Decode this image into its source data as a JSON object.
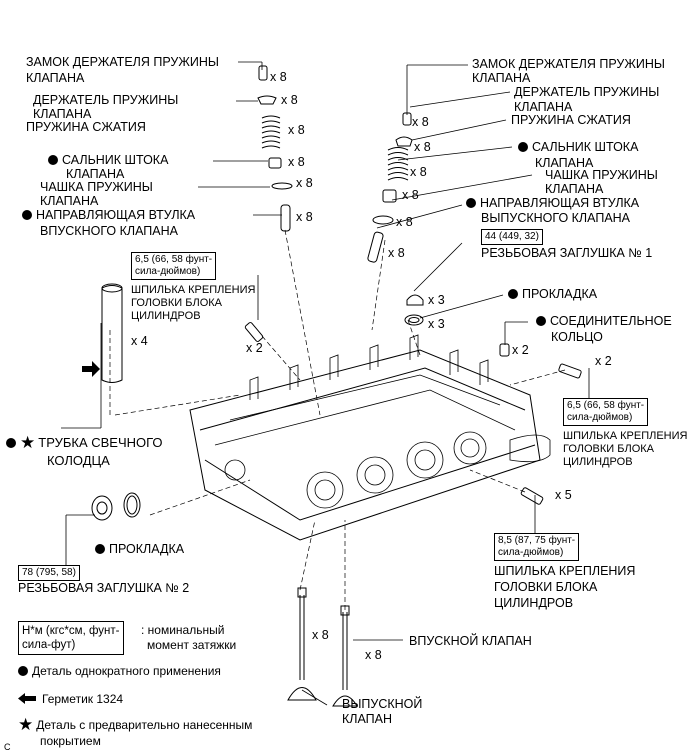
{
  "labels": {
    "l_lock": "ЗАМОК ДЕРЖАТЕЛЯ ПРУЖИНЫ",
    "l_lock2": "КЛАПАНА",
    "l_ret": "ДЕРЖАТЕЛЬ ПРУЖИНЫ",
    "l_ret2": "КЛАПАНА",
    "l_spring": "ПРУЖИНА СЖАТИЯ",
    "l_seal": "САЛЬНИК ШТОКА",
    "l_seal2": "КЛАПАНА",
    "l_seat": "ЧАШКА ПРУЖИНЫ",
    "l_seat2": "КЛАПАНА",
    "l_guide": "НАПРАВЛЯЮЩАЯ ВТУЛКА",
    "l_guide2": "ВПУСКНОГО КЛАПАНА",
    "r_lock": "ЗАМОК ДЕРЖАТЕЛЯ ПРУЖИНЫ",
    "r_lock2": "КЛАПАНА",
    "r_ret": "ДЕРЖАТЕЛЬ ПРУЖИНЫ",
    "r_ret2": "КЛАПАНА",
    "r_spring": "ПРУЖИНА СЖАТИЯ",
    "r_seal": "САЛЬНИК ШТОКА",
    "r_seal2": "КЛАПАНА",
    "r_seat": "ЧАШКА ПРУЖИНЫ",
    "r_seat2": "КЛАПАНА",
    "r_guide": "НАПРАВЛЯЮЩАЯ ВТУЛКА",
    "r_guide2": "ВЫПУСКНОГО КЛАПАНА",
    "plug1": "РЕЗЬБОВАЯ ЗАГЛУШКА № 1",
    "gasket_r": "ПРОКЛАДКА",
    "ring": "СОЕДИНИТЕЛЬНОЕ",
    "ring2": "КОЛЬЦО",
    "stud_l": "ШПИЛЬКА КРЕПЛЕНИЯ",
    "stud_l2": "ГОЛОВКИ БЛОКА",
    "stud_l3": "ЦИЛИНДРОВ",
    "stud_r": "ШПИЛЬКА КРЕПЛЕНИЯ",
    "stud_r2": "ГОЛОВКИ БЛОКА",
    "stud_r3": "ЦИЛИНДРОВ",
    "stud_b": "ШПИЛЬКА КРЕПЛЕНИЯ",
    "stud_b2": "ГОЛОВКИ БЛОКА",
    "stud_b3": "ЦИЛИНДРОВ",
    "tube": "ТРУБКА СВЕЧНОГО",
    "tube2": "КОЛОДЦА",
    "gasket_l": "ПРОКЛАДКА",
    "plug2": "РЕЗЬБОВАЯ ЗАГЛУШКА № 2",
    "intake_valve": "ВПУСКНОЙ КЛАПАН",
    "exhaust_valve": "ВЫПУСКНОЙ",
    "exhaust_valve2": "КЛАПАН"
  },
  "quantities": {
    "l_lock": "x 8",
    "l_ret": "x 8",
    "l_spring": "x 8",
    "l_seal": "x 8",
    "l_seat": "x 8",
    "l_guide": "x 8",
    "r_lock": "x 8",
    "r_ret": "x 8",
    "r_spring": "x 8",
    "r_seal": "x 8",
    "r_seat": "x 8",
    "r_guide": "x 8",
    "plug1": "x 3",
    "gasket_r": "x 3",
    "ring": "x 2",
    "stud_r": "x 2",
    "stud_l": "x 2",
    "tube": "x 4",
    "stud_b": "x 5",
    "intake_valve": "x 8",
    "exhaust_valve": "x 8"
  },
  "torques": {
    "stud_l_a": "6,5 (66, 58 фунт-",
    "stud_l_b": "сила-дюймов)",
    "plug1": "44 (449, 32)",
    "stud_r_a": "6,5 (66, 58 фунт-",
    "stud_r_b": "сила-дюймов)",
    "plug2": "78 (795, 58)",
    "stud_b_a": "8,5 (87, 75 фунт-",
    "stud_b_b": "сила-дюймов)"
  },
  "legend": {
    "unit_a": "Н*м (кгс*см, фунт-",
    "unit_b": "сила-фут)",
    "unit_desc_a": ": номинальный",
    "unit_desc_b": "момент затяжки",
    "single_use": "Деталь однократного применения",
    "sealant": "Герметик 1324",
    "precoated_a": "Деталь с предварительно нанесенным",
    "precoated_b": "покрытием"
  },
  "footer_code": "C"
}
